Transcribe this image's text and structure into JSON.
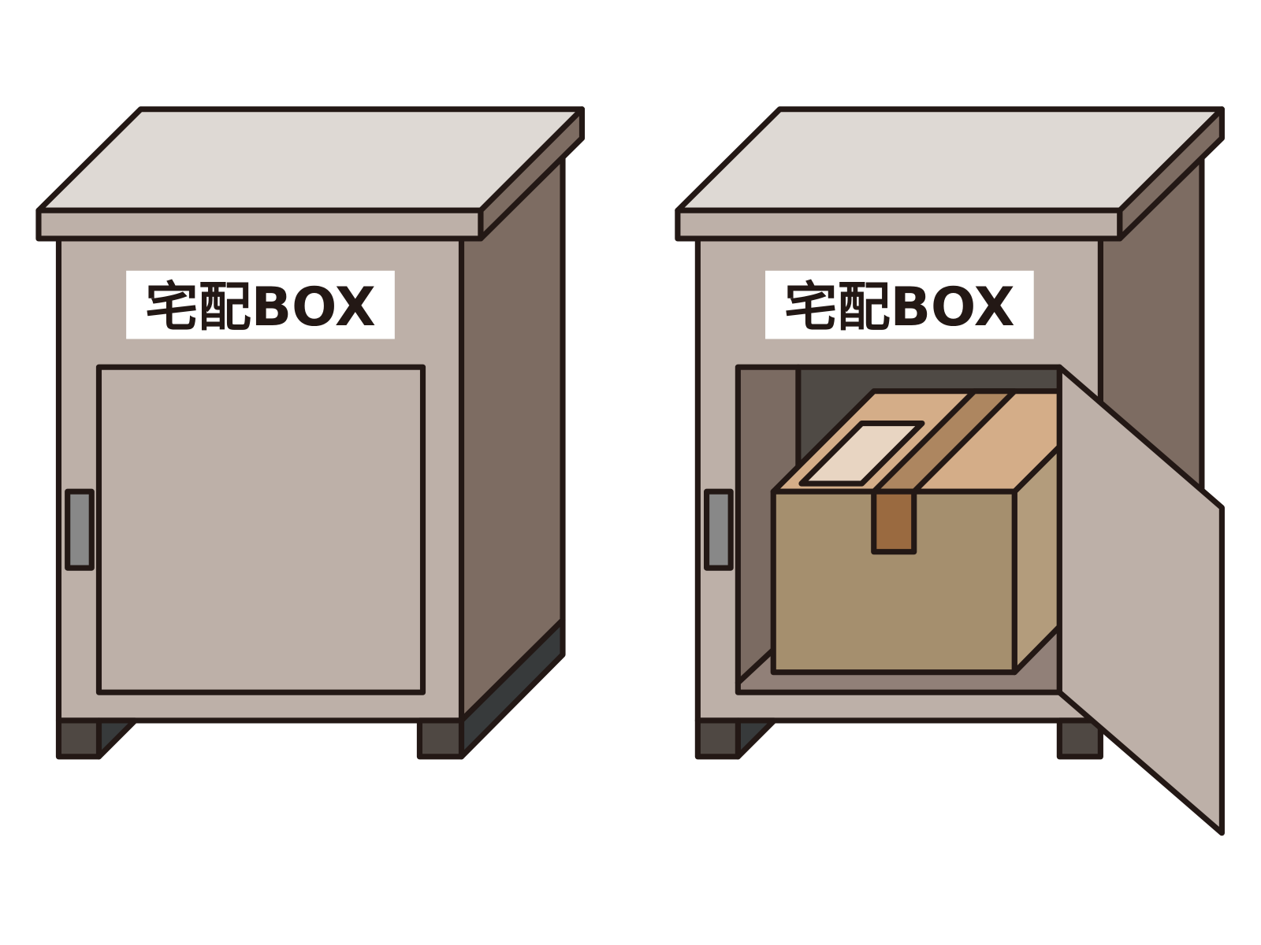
{
  "boxes": [
    {
      "label": "宅配BOX",
      "state": "closed"
    },
    {
      "label": "宅配BOX",
      "state": "open-with-parcel"
    }
  ],
  "colors": {
    "outline": "#231815",
    "top": "#ded9d4",
    "front": "#bdb0a8",
    "side": "#7d6c62",
    "base_dark": "#373a3b",
    "legs": "#4f4843",
    "handle": "#888888",
    "parcel_front": "#a58f6e",
    "parcel_top": "#d4ad88",
    "parcel_side": "#b39c7c",
    "tape": "#ad8660",
    "tape_front": "#9a6a40",
    "slip": "#e8d5c2"
  }
}
